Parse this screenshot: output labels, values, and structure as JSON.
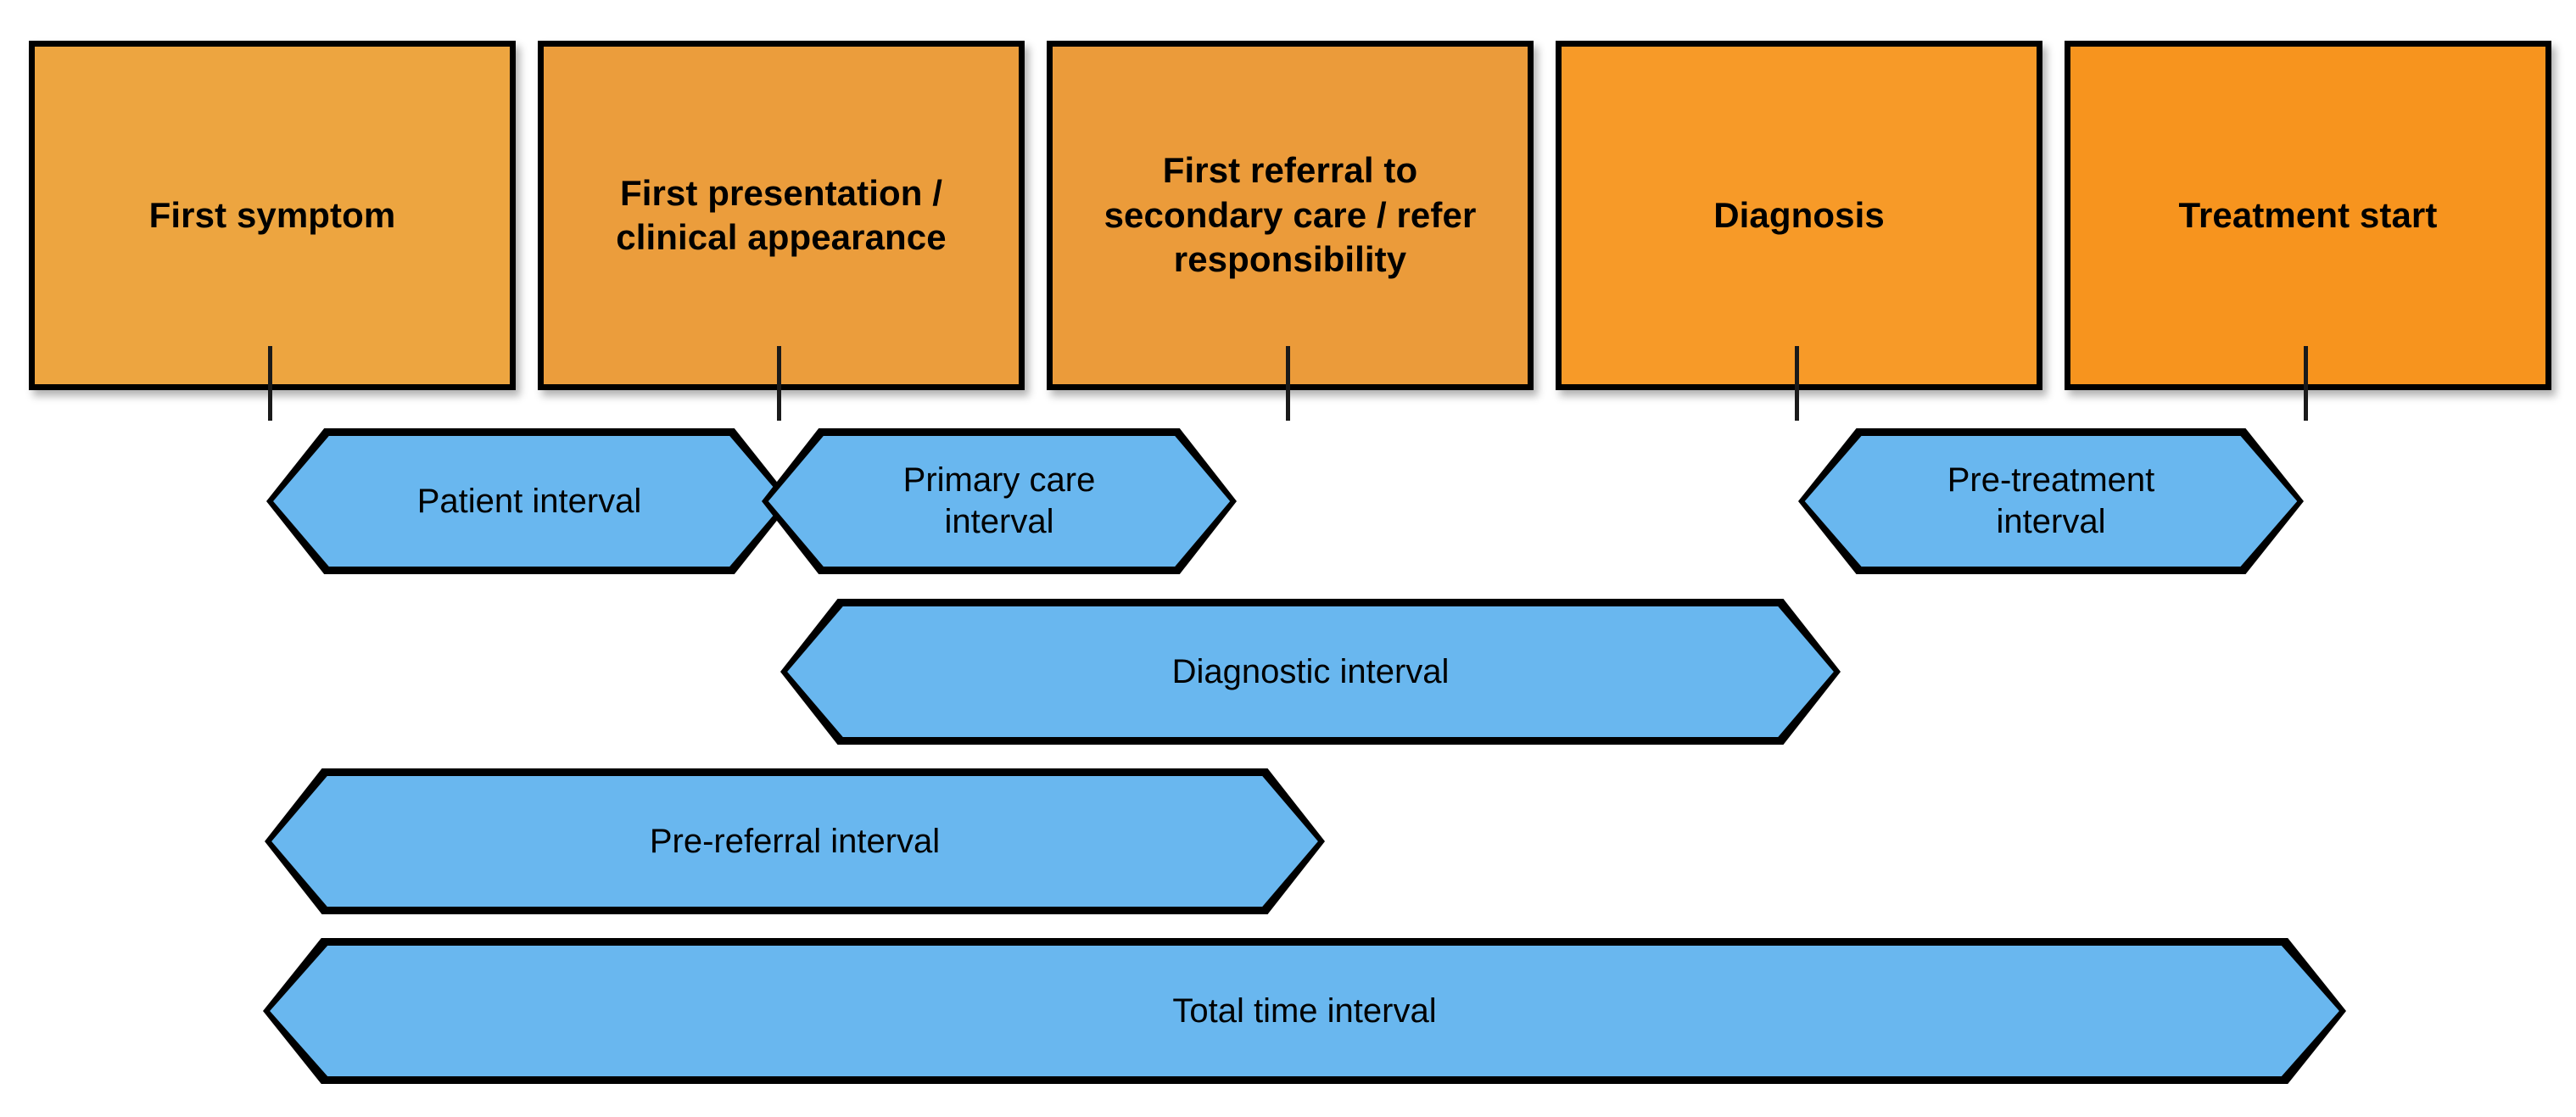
{
  "figure": {
    "type": "pathway-timeline-diagram",
    "background_color": "#ffffff",
    "milestone_fill_colors": [
      "#eda540",
      "#eb9d3c",
      "#eb9b3a",
      "#f7941e",
      "#f7941e"
    ],
    "interval_fill_color": "#69b7ef",
    "outline_color": "#000000"
  },
  "milestones": [
    {
      "id": "first-symptom",
      "label": "First symptom"
    },
    {
      "id": "first-presentation",
      "label": "First presentation /\nclinical appearance"
    },
    {
      "id": "first-referral",
      "label": "First referral to\nsecondary care / refer\nresponsibility"
    },
    {
      "id": "diagnosis",
      "label": "Diagnosis"
    },
    {
      "id": "treatment-start",
      "label": "Treatment start"
    }
  ],
  "intervals": [
    {
      "id": "patient-interval",
      "label": "Patient interval"
    },
    {
      "id": "primary-care-interval",
      "label": "Primary care\ninterval"
    },
    {
      "id": "pre-treatment-interval",
      "label": "Pre-treatment\ninterval"
    },
    {
      "id": "diagnostic-interval",
      "label": "Diagnostic interval"
    },
    {
      "id": "pre-referral-interval",
      "label": "Pre-referral interval"
    },
    {
      "id": "total-time-interval",
      "label": "Total time interval"
    }
  ]
}
